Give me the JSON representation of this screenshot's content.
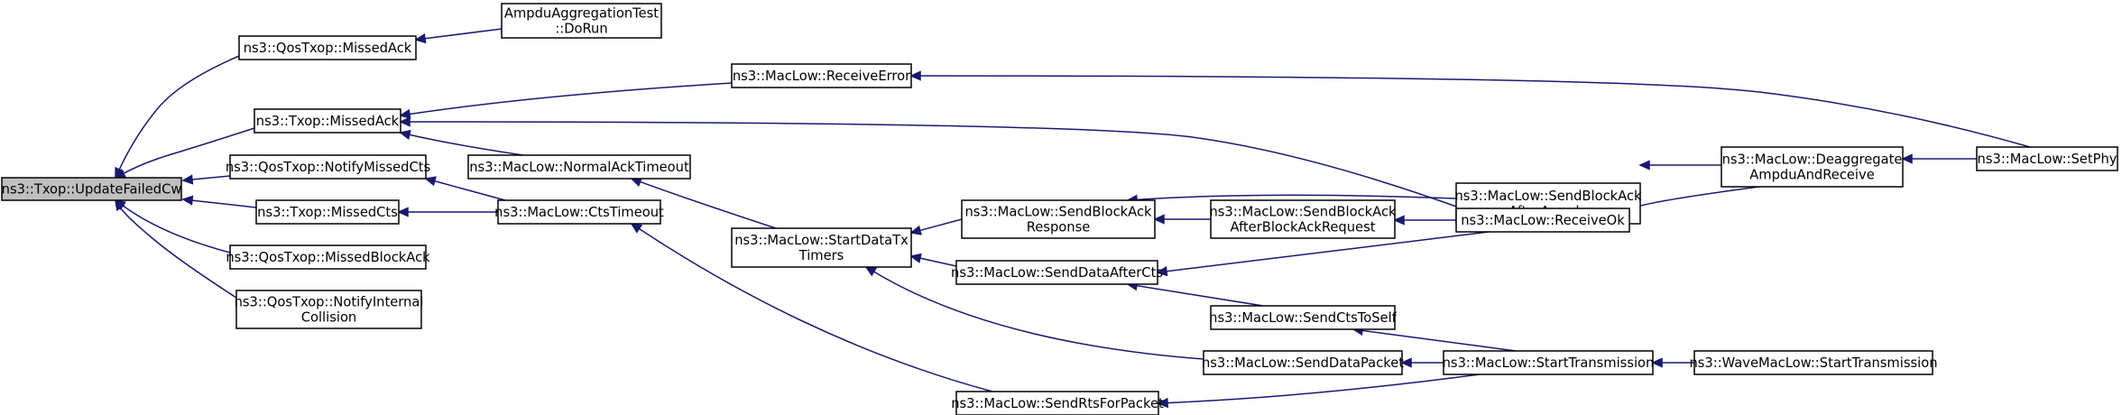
{
  "graph": {
    "nodes": [
      {
        "id": "update_failed_cw",
        "lines": [
          "ns3::Txop::UpdateFailedCw"
        ],
        "root": true
      },
      {
        "id": "qostxop_missed_ack",
        "lines": [
          "ns3::QosTxop::MissedAck"
        ]
      },
      {
        "id": "ampdu_test_dorun",
        "lines": [
          "AmpduAggregationTest",
          "::DoRun"
        ]
      },
      {
        "id": "txop_missed_ack",
        "lines": [
          "ns3::Txop::MissedAck"
        ]
      },
      {
        "id": "maclow_receive_error",
        "lines": [
          "ns3::MacLow::ReceiveError"
        ]
      },
      {
        "id": "maclow_set_phy",
        "lines": [
          "ns3::MacLow::SetPhy"
        ]
      },
      {
        "id": "qostxop_notify_missed_cts",
        "lines": [
          "ns3::QosTxop::NotifyMissedCts"
        ]
      },
      {
        "id": "maclow_normal_ack_timeout",
        "lines": [
          "ns3::MacLow::NormalAckTimeout"
        ]
      },
      {
        "id": "txop_missed_cts",
        "lines": [
          "ns3::Txop::MissedCts"
        ]
      },
      {
        "id": "maclow_cts_timeout",
        "lines": [
          "ns3::MacLow::CtsTimeout"
        ]
      },
      {
        "id": "qostxop_missed_block_ack",
        "lines": [
          "ns3::QosTxop::MissedBlockAck"
        ]
      },
      {
        "id": "qostxop_notify_internal_collision",
        "lines": [
          "ns3::QosTxop::NotifyInternal",
          "Collision"
        ]
      },
      {
        "id": "maclow_start_data_tx_timers",
        "lines": [
          "ns3::MacLow::StartDataTx",
          "Timers"
        ]
      },
      {
        "id": "maclow_send_block_ack_response",
        "lines": [
          "ns3::MacLow::SendBlockAck",
          "Response"
        ]
      },
      {
        "id": "maclow_send_block_ack_after_ampdu",
        "lines": [
          "ns3::MacLow::SendBlockAck",
          "AfterAmpdu"
        ]
      },
      {
        "id": "maclow_send_block_ack_after_bar",
        "lines": [
          "ns3::MacLow::SendBlockAck",
          "AfterBlockAckRequest"
        ]
      },
      {
        "id": "maclow_receive_ok",
        "lines": [
          "ns3::MacLow::ReceiveOk"
        ]
      },
      {
        "id": "maclow_deaggregate",
        "lines": [
          "ns3::MacLow::Deaggregate",
          "AmpduAndReceive"
        ]
      },
      {
        "id": "maclow_send_data_after_cts",
        "lines": [
          "ns3::MacLow::SendDataAfterCts"
        ]
      },
      {
        "id": "maclow_send_cts_to_self",
        "lines": [
          "ns3::MacLow::SendCtsToSelf"
        ]
      },
      {
        "id": "maclow_send_data_packet",
        "lines": [
          "ns3::MacLow::SendDataPacket"
        ]
      },
      {
        "id": "maclow_start_transmission",
        "lines": [
          "ns3::MacLow::StartTransmission"
        ]
      },
      {
        "id": "wavemaclow_start_transmission",
        "lines": [
          "ns3::WaveMacLow::StartTransmission"
        ]
      },
      {
        "id": "maclow_send_rts_for_packet",
        "lines": [
          "ns3::MacLow::SendRtsForPacket"
        ]
      }
    ],
    "edges": [
      {
        "from": "qostxop_missed_ack",
        "to": "update_failed_cw"
      },
      {
        "from": "txop_missed_ack",
        "to": "update_failed_cw"
      },
      {
        "from": "qostxop_notify_missed_cts",
        "to": "update_failed_cw"
      },
      {
        "from": "txop_missed_cts",
        "to": "update_failed_cw"
      },
      {
        "from": "qostxop_missed_block_ack",
        "to": "update_failed_cw"
      },
      {
        "from": "qostxop_notify_internal_collision",
        "to": "update_failed_cw"
      },
      {
        "from": "ampdu_test_dorun",
        "to": "qostxop_missed_ack"
      },
      {
        "from": "maclow_receive_error",
        "to": "txop_missed_ack"
      },
      {
        "from": "maclow_receive_ok",
        "to": "txop_missed_ack"
      },
      {
        "from": "maclow_normal_ack_timeout",
        "to": "txop_missed_ack"
      },
      {
        "from": "maclow_set_phy",
        "to": "maclow_receive_error"
      },
      {
        "from": "maclow_cts_timeout",
        "to": "qostxop_notify_missed_cts"
      },
      {
        "from": "maclow_cts_timeout",
        "to": "txop_missed_cts"
      },
      {
        "from": "maclow_start_data_tx_timers",
        "to": "maclow_normal_ack_timeout"
      },
      {
        "from": "maclow_send_rts_for_packet",
        "to": "maclow_cts_timeout"
      },
      {
        "from": "maclow_send_block_ack_response",
        "to": "maclow_start_data_tx_timers"
      },
      {
        "from": "maclow_send_data_after_cts",
        "to": "maclow_start_data_tx_timers"
      },
      {
        "from": "maclow_send_data_packet",
        "to": "maclow_start_data_tx_timers"
      },
      {
        "from": "maclow_send_block_ack_after_ampdu",
        "to": "maclow_send_block_ack_response"
      },
      {
        "from": "maclow_send_block_ack_after_bar",
        "to": "maclow_send_block_ack_response"
      },
      {
        "from": "maclow_deaggregate",
        "to": "maclow_send_block_ack_after_ampdu"
      },
      {
        "from": "maclow_receive_ok",
        "to": "maclow_send_block_ack_after_bar"
      },
      {
        "from": "maclow_deaggregate",
        "to": "maclow_receive_ok"
      },
      {
        "from": "maclow_set_phy",
        "to": "maclow_deaggregate"
      },
      {
        "from": "maclow_receive_ok",
        "to": "maclow_send_data_after_cts"
      },
      {
        "from": "maclow_send_cts_to_self",
        "to": "maclow_send_data_after_cts"
      },
      {
        "from": "maclow_start_transmission",
        "to": "maclow_send_cts_to_self"
      },
      {
        "from": "maclow_start_transmission",
        "to": "maclow_send_data_packet"
      },
      {
        "from": "maclow_start_transmission",
        "to": "maclow_send_rts_for_packet"
      },
      {
        "from": "wavemaclow_start_transmission",
        "to": "maclow_start_transmission"
      }
    ]
  }
}
